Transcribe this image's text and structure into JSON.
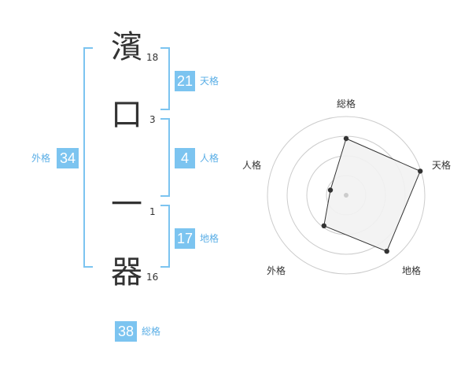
{
  "name": {
    "chars": [
      {
        "char": "濱",
        "strokes": "18"
      },
      {
        "char": "口",
        "strokes": "3"
      },
      {
        "char": "一",
        "strokes": "1"
      },
      {
        "char": "器",
        "strokes": "16"
      }
    ]
  },
  "fortunes": {
    "tenkaku": {
      "label": "天格",
      "value": "21"
    },
    "jinkaku": {
      "label": "人格",
      "value": "4"
    },
    "chikaku": {
      "label": "地格",
      "value": "17"
    },
    "gaikaku": {
      "label": "外格",
      "value": "34"
    },
    "soukaku": {
      "label": "総格",
      "value": "38"
    }
  },
  "colors": {
    "accent": "#7cc4f0",
    "radar_fill": "#f2f2f2",
    "radar_stroke": "#333333"
  },
  "chart_data": {
    "type": "radar",
    "axes": [
      "総格",
      "天格",
      "地格",
      "外格",
      "人格"
    ],
    "levels": 4,
    "values": [
      0.72,
      0.99,
      0.88,
      0.48,
      0.21
    ],
    "range": [
      0,
      1
    ]
  }
}
